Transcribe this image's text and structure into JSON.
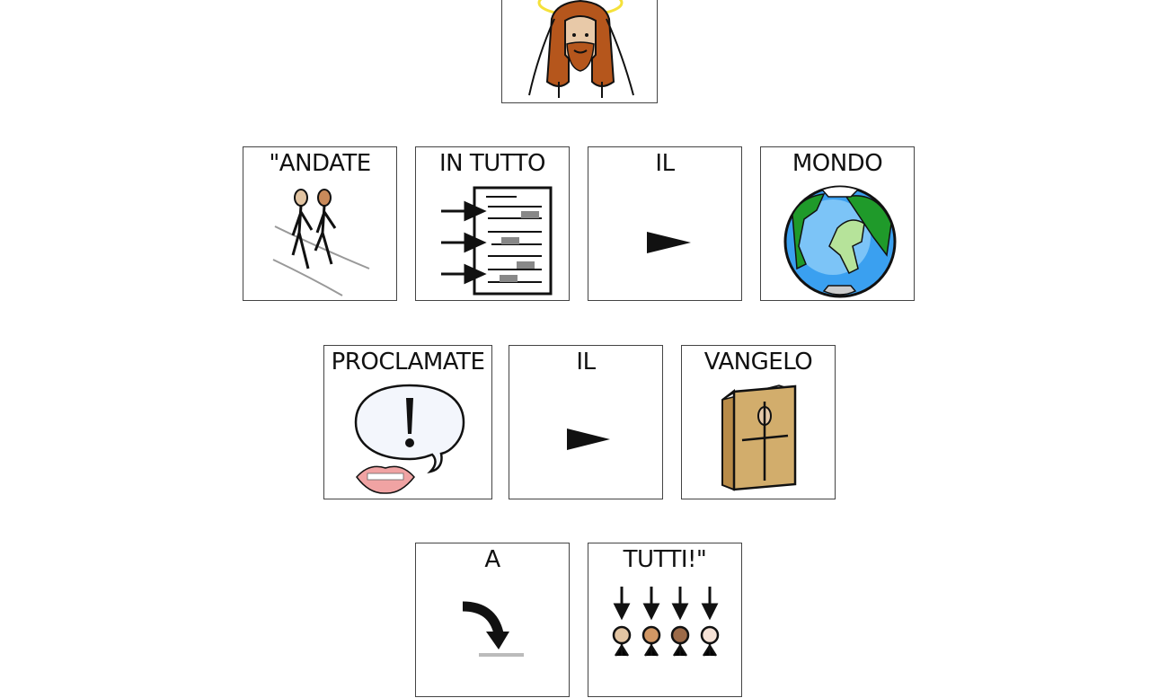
{
  "header_symbol": {
    "name": "jesus",
    "label": ""
  },
  "rows": [
    {
      "cards": [
        {
          "label": "\"ANDATE",
          "symbol": "walking-people"
        },
        {
          "label": "IN TUTTO",
          "symbol": "all-document-arrows"
        },
        {
          "label": "IL",
          "symbol": "article-triangle"
        },
        {
          "label": "MONDO",
          "symbol": "globe"
        }
      ]
    },
    {
      "cards": [
        {
          "label": "PROCLAMATE",
          "symbol": "speech-bubble-exclamation"
        },
        {
          "label": "IL",
          "symbol": "article-triangle"
        },
        {
          "label": "VANGELO",
          "symbol": "gospel-book"
        }
      ]
    },
    {
      "cards": [
        {
          "label": "A",
          "symbol": "curved-arrow-to"
        },
        {
          "label": "TUTTI!\"",
          "symbol": "arrows-to-people"
        }
      ]
    }
  ],
  "colors": {
    "border": "#444444",
    "halo": "#f5e13a",
    "hair": "#b5561c",
    "skin": "#e8c9a8",
    "globe_ocean": "#3aa0f0",
    "globe_land": "#1f9a2a",
    "book": "#d2ad6c"
  }
}
